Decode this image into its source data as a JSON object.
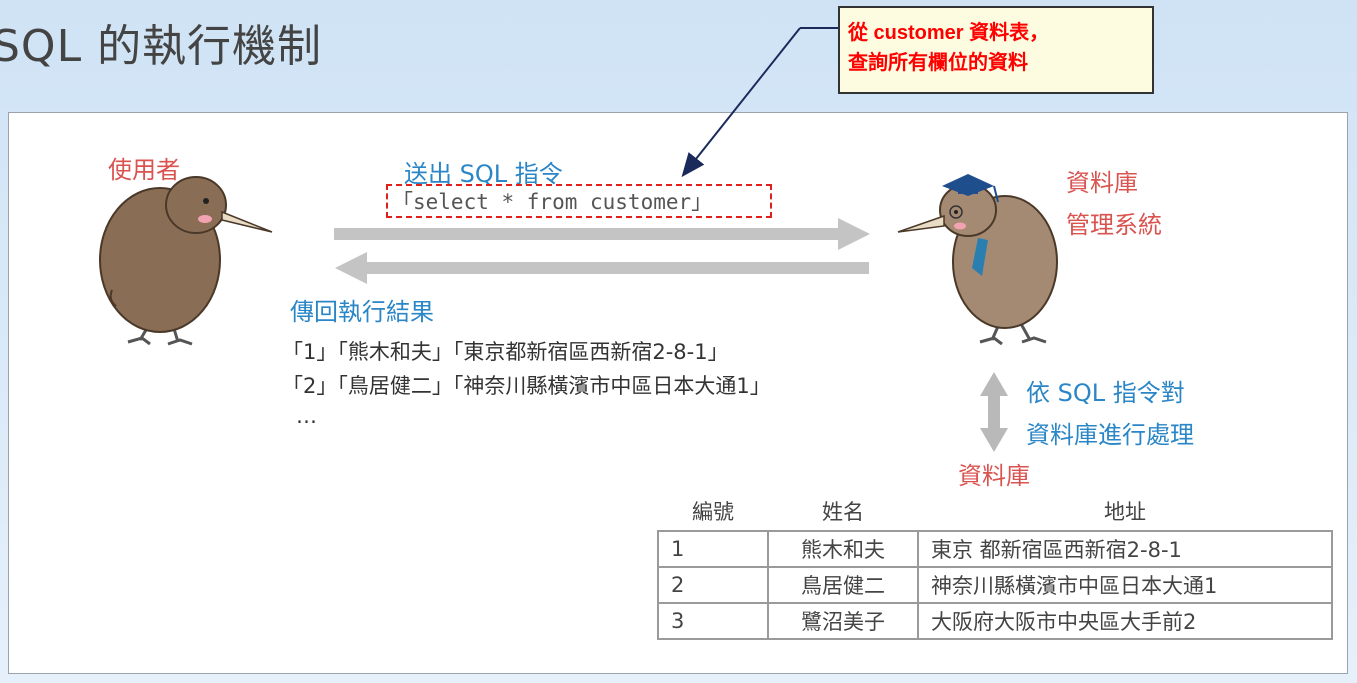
{
  "title": "SQL 的執行機制",
  "callout": {
    "line1": "從 customer 資料表，",
    "line2": "查詢所有欄位的資料"
  },
  "user_label": "使用者",
  "dbms_label": {
    "line1": "資料庫",
    "line2": "管理系統"
  },
  "send": {
    "label": "送出 SQL 指令",
    "command": "「select * from customer」"
  },
  "return": {
    "label": "傳回執行結果",
    "lines": [
      "「1」「熊木和夫」「東京都新宿區西新宿2-8-1」",
      "「2」「鳥居健二」「神奈川縣橫濱市中區日本大通1」",
      "…"
    ]
  },
  "process_label": {
    "line1": "依 SQL 指令對",
    "line2": "資料庫進行處理"
  },
  "database_label": "資料庫",
  "table": {
    "headers": [
      "編號",
      "姓名",
      "地址"
    ],
    "rows": [
      [
        "1",
        "熊木和夫",
        "東京 都新宿區西新宿2-8-1"
      ],
      [
        "2",
        "鳥居健二",
        "神奈川縣橫濱市中區日本大通1"
      ],
      [
        "3",
        "鷺沼美子",
        "大阪府大阪市中央區大手前2"
      ]
    ]
  },
  "colors": {
    "accent_red": "#d9534f",
    "accent_blue": "#2a86c6",
    "callout_text": "#ff0000",
    "arrow_gray": "#c4c4c4"
  }
}
